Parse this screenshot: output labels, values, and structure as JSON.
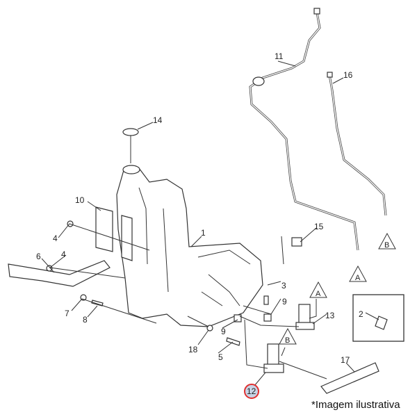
{
  "diagram": {
    "callouts": {
      "c1": "1",
      "c2": "2",
      "c3": "3",
      "c4a": "4",
      "c4b": "4",
      "c5": "5",
      "c6": "6",
      "c7": "7",
      "c8": "8",
      "c9a": "9",
      "c9b": "9",
      "c10": "10",
      "c11": "11",
      "c12": "12",
      "c13": "13",
      "c14": "14",
      "c15": "15",
      "c16": "16",
      "c17": "17",
      "c18": "18"
    },
    "connectors": {
      "a1": "A",
      "a2": "A",
      "b1": "B",
      "b2": "B"
    },
    "highlight_color": "#e03030",
    "highlight_fill": "#c8d4e6"
  },
  "caption": "*Imagem ilustrativa"
}
